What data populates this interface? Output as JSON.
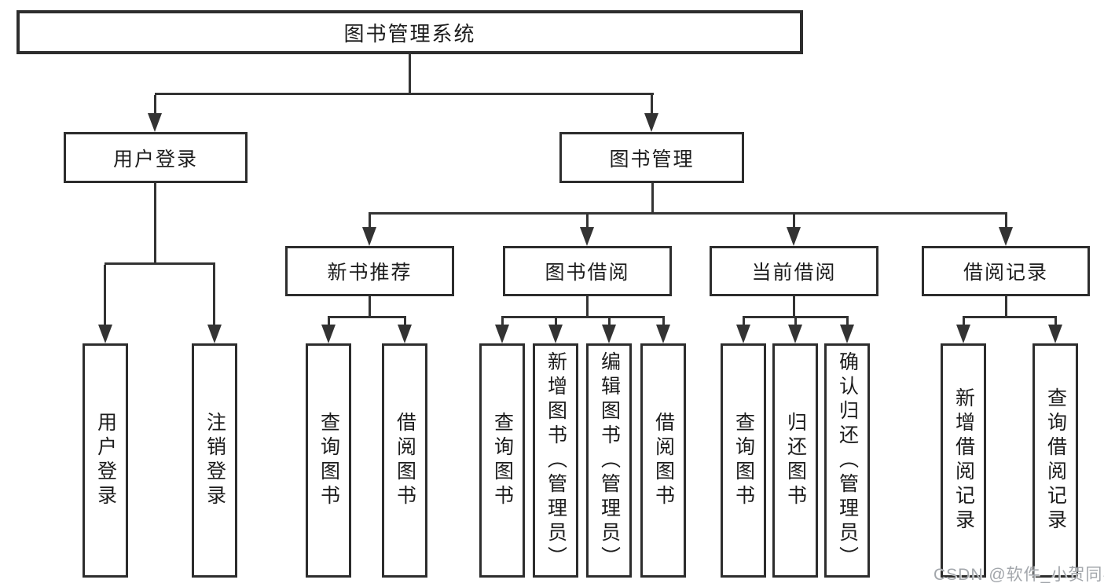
{
  "colors": {
    "line": "#333333",
    "box_border": "#2d2d2d",
    "box_fill": "#ffffff",
    "text": "#1c1c1c",
    "watermark": "#a2a6ab",
    "background": "#ffffff"
  },
  "watermark": {
    "text": "CSDN @软件_小贺同学"
  },
  "tree": {
    "label": "图书管理系统",
    "children": [
      {
        "label": "用户登录",
        "children": [
          {
            "label": "用户登录"
          },
          {
            "label": "注销登录"
          }
        ]
      },
      {
        "label": "图书管理",
        "children": [
          {
            "label": "新书推荐",
            "children": [
              {
                "label": "查询图书"
              },
              {
                "label": "借阅图书"
              }
            ]
          },
          {
            "label": "图书借阅",
            "children": [
              {
                "label": "查询图书"
              },
              {
                "label": "新增图书（管理员）"
              },
              {
                "label": "编辑图书（管理员）"
              },
              {
                "label": "借阅图书"
              }
            ]
          },
          {
            "label": "当前借阅",
            "children": [
              {
                "label": "查询图书"
              },
              {
                "label": "归还图书"
              },
              {
                "label": "确认归还（管理员）"
              }
            ]
          },
          {
            "label": "借阅记录",
            "children": [
              {
                "label": "新增借阅记录"
              },
              {
                "label": "查询借阅记录"
              }
            ]
          }
        ]
      }
    ]
  }
}
